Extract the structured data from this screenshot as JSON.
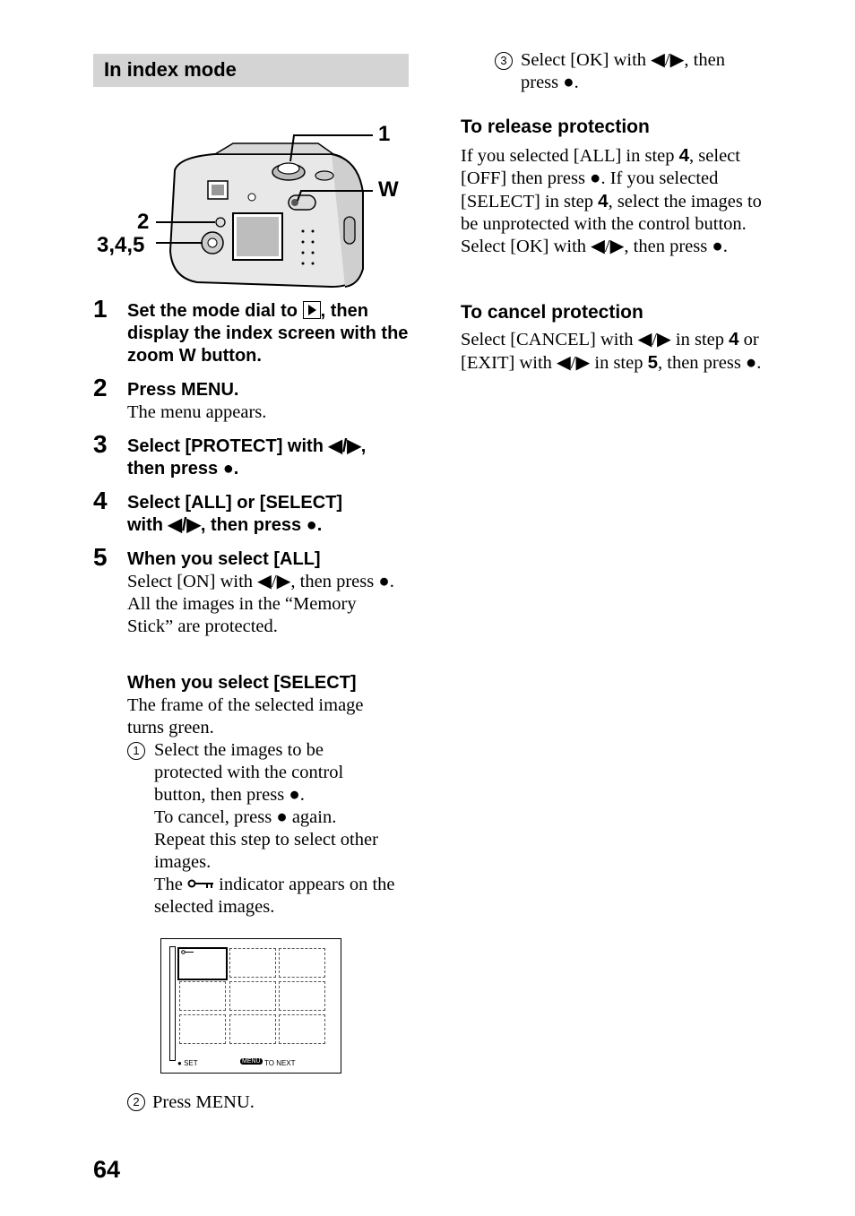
{
  "section_heading": "In index mode",
  "camera_callouts": {
    "c1": "1",
    "cw": "W",
    "c2": "2",
    "c345": "3,4,5"
  },
  "steps": [
    {
      "num": "1",
      "title_pre": "Set the mode dial to ",
      "title_post": ", then display the index screen with the zoom W button."
    },
    {
      "num": "2",
      "title": "Press MENU.",
      "body": "The menu appears."
    },
    {
      "num": "3",
      "title_pre": "Select [PROTECT] with ◀/▶,",
      "title_post": "then press ●."
    },
    {
      "num": "4",
      "title_pre": "Select [ALL] or [SELECT]",
      "title_post": "with ◀/▶, then press ●."
    },
    {
      "num": "5",
      "title": "When you select [ALL]",
      "body1": "Select [ON] with ◀/▶, then press ●.",
      "body2": "All the images in the “Memory Stick” are protected."
    }
  ],
  "select_section": {
    "title": "When you select [SELECT]",
    "intro": "The frame of the selected image turns green.",
    "item1_marker": "1",
    "item1_line1": "Select the images to be protected with the control button, then press ●.",
    "item1_line2": "To cancel, press ● again.",
    "item1_line3": "Repeat this step to select other images.",
    "item1_line4_pre": "The ",
    "item1_line4_post": " indicator appears on the selected images.",
    "item2_marker": "2",
    "item2_text": "Press MENU."
  },
  "index_screen": {
    "set_label": "SET",
    "menu_badge": "MENU",
    "next_label": "TO NEXT"
  },
  "right": {
    "step3_marker": "3",
    "step3_text": "Select [OK] with ◀/▶, then press ●.",
    "release": {
      "title": "To release protection",
      "p1": "If you selected [ALL] in step ",
      "s1": "4",
      "p2": ", select [OFF] then press ●. If you selected [SELECT] in step ",
      "s2": "4",
      "p3": ", select the images to be unprotected with the control button. Select [OK] with ◀/▶, then press ●."
    },
    "cancel": {
      "title": "To cancel protection",
      "p1": "Select [CANCEL] with ◀/▶ in step ",
      "s1": "4",
      "p2": " or [EXIT] with ◀/▶ in step ",
      "s2": "5",
      "p3": ", then press ●."
    }
  },
  "page_number": "64"
}
